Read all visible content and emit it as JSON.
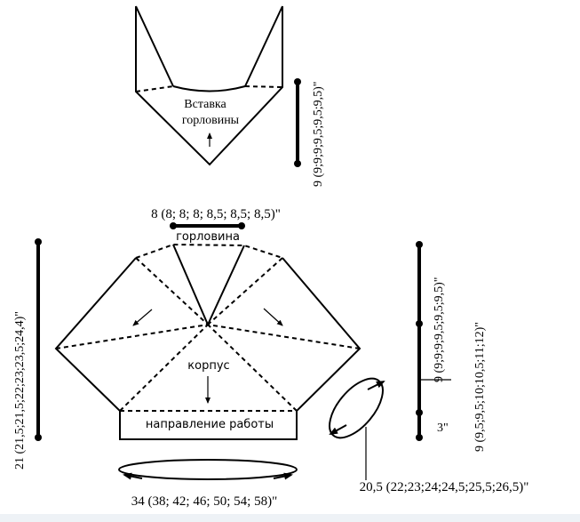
{
  "neck_insert": {
    "label_line1": "Вставка",
    "label_line2": "горловины",
    "height_measure": "9 (9;9;9;9,5;9,5;9,5)\""
  },
  "neckline": {
    "width_measure": "8 (8; 8; 8; 8,5; 8,5; 8,5)\"",
    "label": "горловина"
  },
  "body": {
    "label": "корпус",
    "direction_label": "направление работы"
  },
  "measures": {
    "left_height": "21 (21,5;21,5;22;23;23,5;24,4)\"",
    "right_upper": "9 (9;9;9;9,5;9,5;9,5)\"",
    "right_middle": "9 (9,5;9,5;10;10,5;11;12)\"",
    "right_lower": "3\"",
    "bottom_width": "34 (38; 42; 46; 50; 54; 58)\"",
    "circumference": "20,5 (22;23;24;24,5;25,5;26,5)\""
  }
}
